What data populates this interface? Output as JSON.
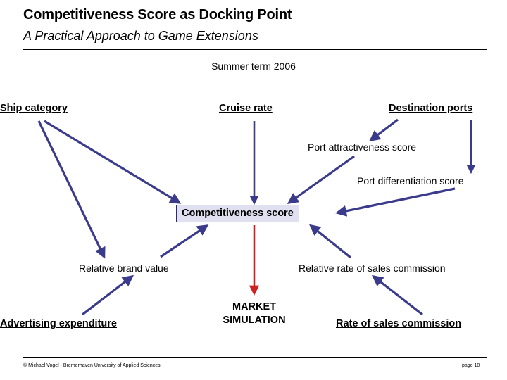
{
  "slide": {
    "title": "Competitiveness Score as Docking Point",
    "subtitle": "A Practical Approach to Game Extensions",
    "term": "Summer term 2006"
  },
  "colors": {
    "arrow_navy": "#3b3b8c",
    "arrow_red": "#cc2222",
    "box_fill": "#e0e0f0",
    "box_border": "#2b2b7a",
    "text": "#000000"
  },
  "diagram": {
    "center_node": "Competitiveness score",
    "drivers": [
      {
        "label": "Ship category"
      },
      {
        "label": "Cruise rate"
      },
      {
        "label": "Destination ports"
      },
      {
        "label": "Advertising expenditure"
      },
      {
        "label": "Rate of sales commission"
      }
    ],
    "intermediate": [
      {
        "label": "Port attractiveness score"
      },
      {
        "label": "Port differentiation score"
      },
      {
        "label": "Relative brand value"
      },
      {
        "label": "Relative rate of sales commission"
      }
    ],
    "output": {
      "line1": "MARKET",
      "line2": "SIMULATION"
    }
  },
  "footer": {
    "credit": "© Michael Vogel - Bremerhaven University of Applied Sciences",
    "page": "page 10"
  }
}
